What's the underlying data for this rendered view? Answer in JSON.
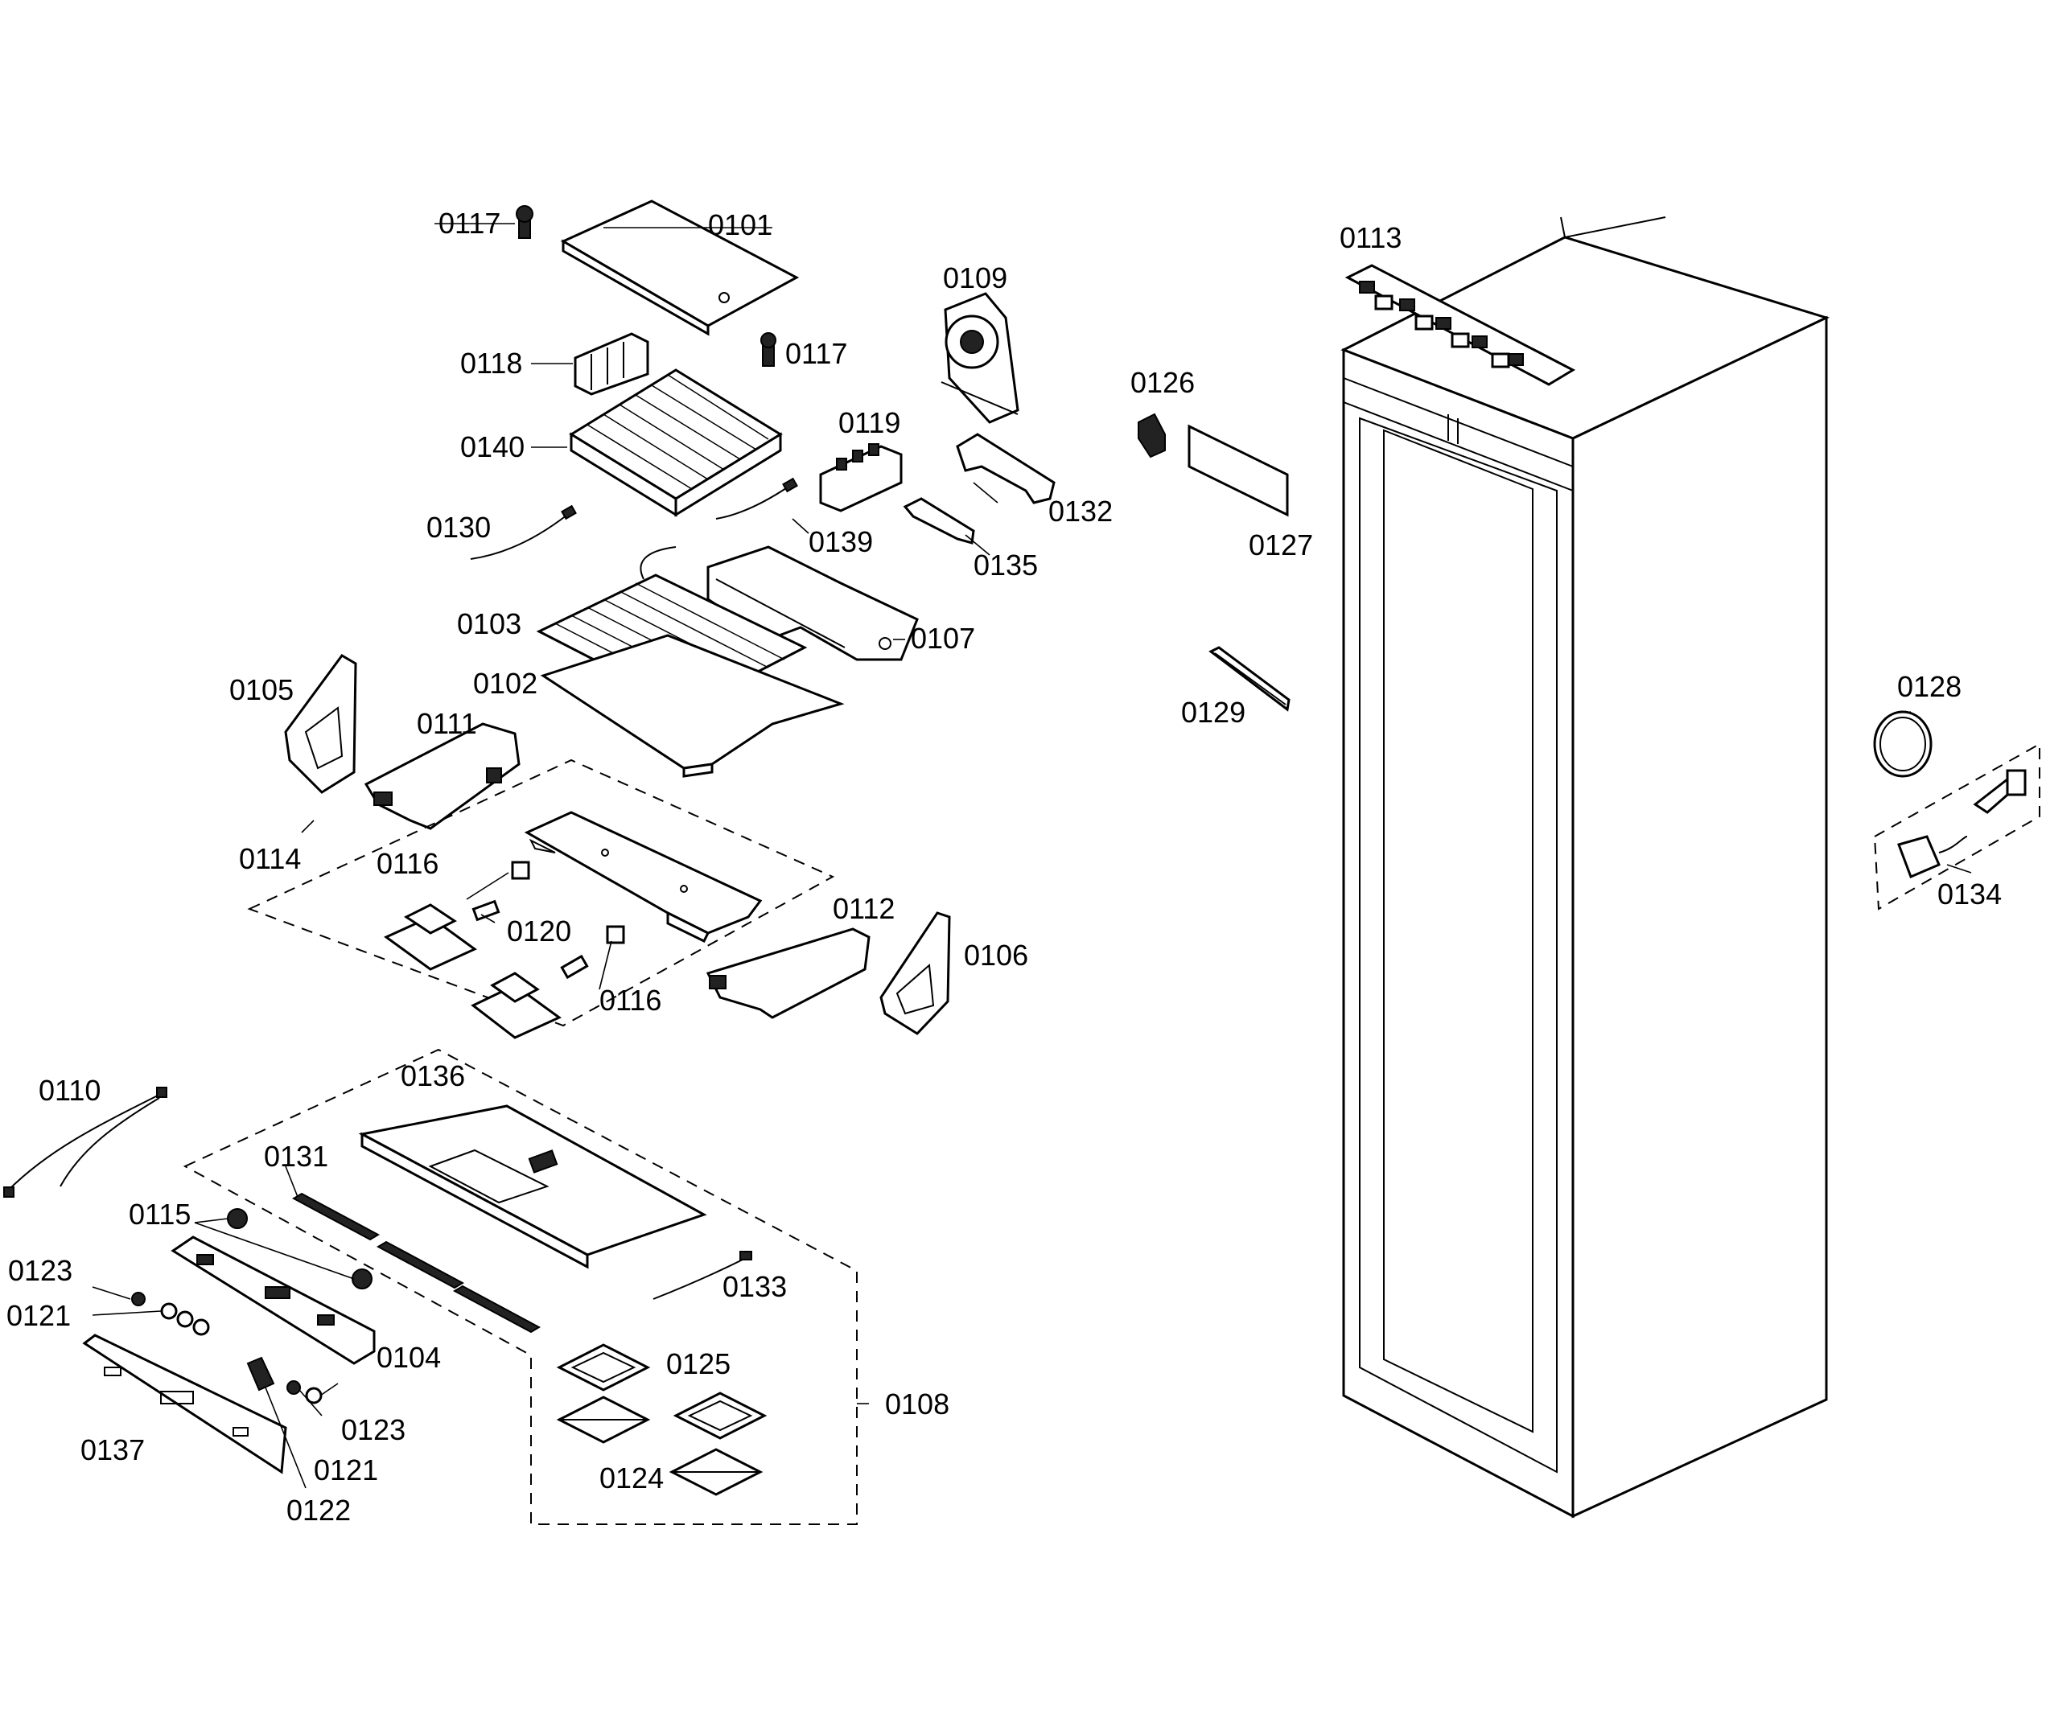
{
  "diagram": {
    "labels": {
      "p0101": "0101",
      "p0102": "0102",
      "p0103": "0103",
      "p0104": "0104",
      "p0105": "0105",
      "p0106": "0106",
      "p0107": "0107",
      "p0108": "0108",
      "p0109": "0109",
      "p0110": "0110",
      "p0111": "0111",
      "p0112": "0112",
      "p0113": "0113",
      "p0114": "0114",
      "p0115": "0115",
      "p0116a": "0116",
      "p0116b": "0116",
      "p0117a": "0117",
      "p0117b": "0117",
      "p0118": "0118",
      "p0119": "0119",
      "p0120": "0120",
      "p0121a": "0121",
      "p0121b": "0121",
      "p0122": "0122",
      "p0123a": "0123",
      "p0123b": "0123",
      "p0124": "0124",
      "p0125": "0125",
      "p0126": "0126",
      "p0127": "0127",
      "p0128": "0128",
      "p0129": "0129",
      "p0130": "0130",
      "p0131": "0131",
      "p0132": "0132",
      "p0133": "0133",
      "p0134": "0134",
      "p0135": "0135",
      "p0136": "0136",
      "p0137": "0137",
      "p0139": "0139",
      "p0140": "0140"
    }
  }
}
